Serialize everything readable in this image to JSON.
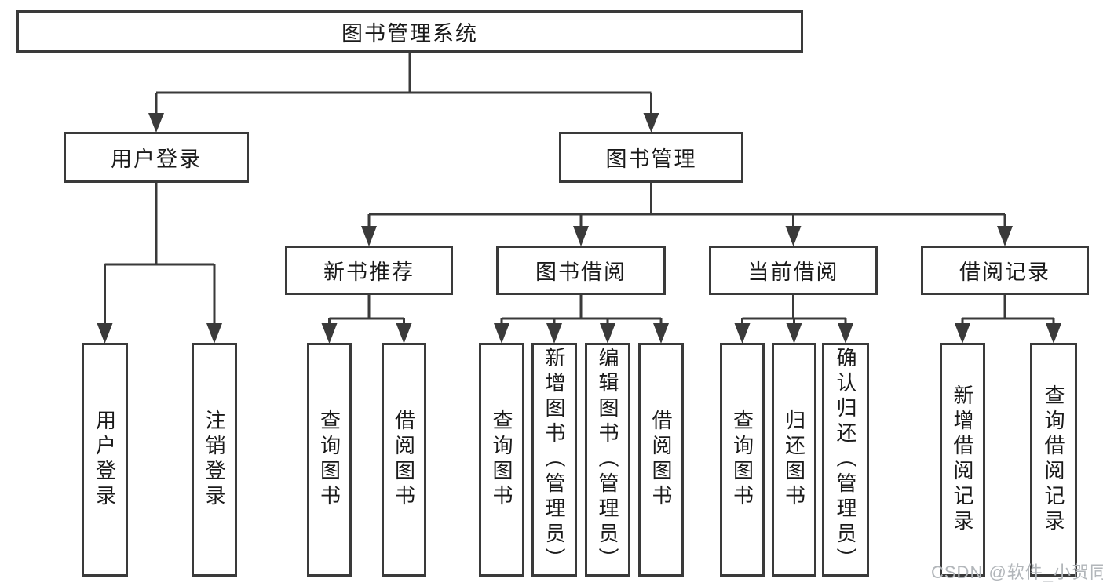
{
  "diagram": {
    "title": "图书管理系统",
    "tree": {
      "label": "图书管理系统",
      "children": [
        {
          "label": "用户登录",
          "children": [
            {
              "label": "用户登录"
            },
            {
              "label": "注销登录"
            }
          ]
        },
        {
          "label": "图书管理",
          "children": [
            {
              "label": "新书推荐",
              "children": [
                {
                  "label": "查询图书"
                },
                {
                  "label": "借阅图书"
                }
              ]
            },
            {
              "label": "图书借阅",
              "children": [
                {
                  "label": "查询图书"
                },
                {
                  "label": "新增图书（管理员）"
                },
                {
                  "label": "编辑图书（管理员）"
                },
                {
                  "label": "借阅图书"
                }
              ]
            },
            {
              "label": "当前借阅",
              "children": [
                {
                  "label": "查询图书"
                },
                {
                  "label": "归还图书"
                },
                {
                  "label": "确认归还（管理员）"
                }
              ]
            },
            {
              "label": "借阅记录",
              "children": [
                {
                  "label": "新增借阅记录"
                },
                {
                  "label": "查询借阅记录"
                }
              ]
            }
          ]
        }
      ]
    },
    "colors": {
      "line": "#3a3a3a",
      "text": "#1a1a1a",
      "background": "#ffffff",
      "watermark": "#b2b6ba"
    }
  },
  "watermark": {
    "text": "CSDN @软件_小贺同学"
  }
}
